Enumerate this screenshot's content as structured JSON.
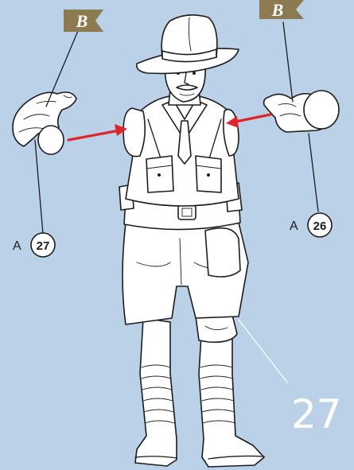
{
  "flags": {
    "left": {
      "letter": "B"
    },
    "right": {
      "letter": "B"
    }
  },
  "parts": {
    "left_hand": {
      "group": "A",
      "number": "27"
    },
    "right_hand": {
      "group": "A",
      "number": "26"
    }
  },
  "step": {
    "number": "27"
  },
  "colors": {
    "background": "#bad1e8",
    "flag": "#8c7a50",
    "arrow": "#e0252a",
    "leader_line": "#ffffff",
    "ink": "#1c1c1c"
  }
}
